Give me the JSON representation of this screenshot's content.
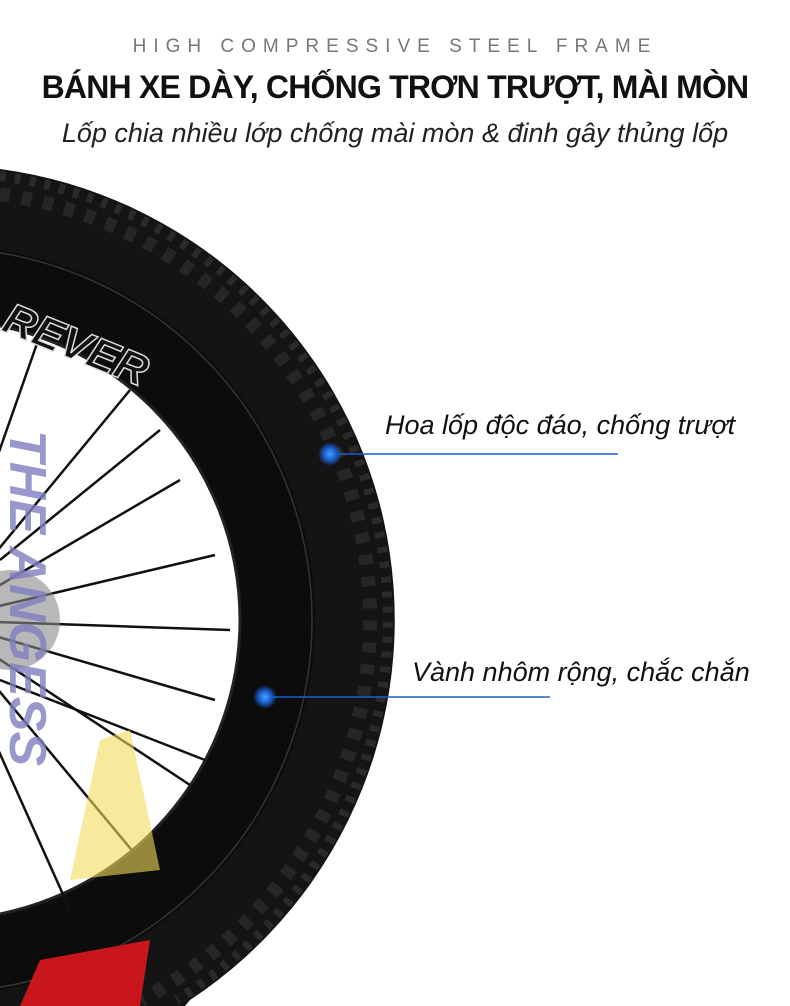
{
  "header": {
    "eyebrow": "HIGH COMPRESSIVE STEEL FRAME",
    "title": "BÁNH XE DÀY, CHỐNG TRƠN TRƯỢT, MÀI MÒN",
    "subtitle": "Lốp chia nhiều lớp chống mài mòn & đinh gây thủng lốp"
  },
  "product": {
    "rim_logo_text": "REVER",
    "decal_text": "THE ANGESS"
  },
  "callouts": [
    {
      "label": "Hoa lốp độc đáo, chống trượt"
    },
    {
      "label": "Vành nhôm rộng, chắc chắn"
    }
  ],
  "colors": {
    "accent": "#1a5fd0",
    "tire": "#141414",
    "rim_red": "#c8161b"
  }
}
